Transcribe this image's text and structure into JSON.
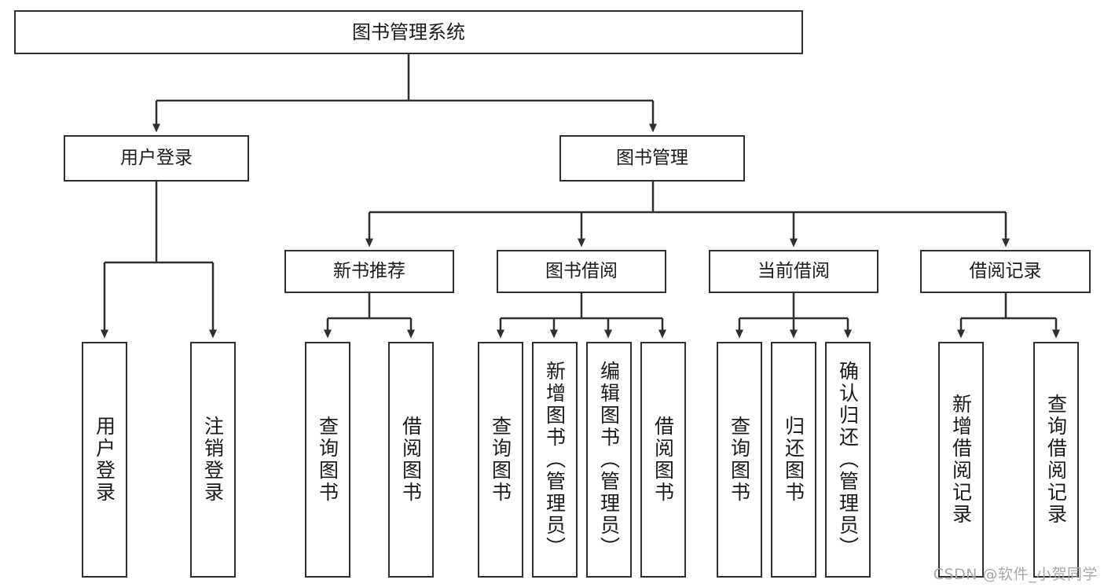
{
  "diagram": {
    "title": "图书管理系统",
    "type": "tree-hierarchy-chart",
    "watermark": "CSDN @软件_小贺同学",
    "colors": {
      "stroke": "#2f2f2f",
      "fill": "#ffffff",
      "text": "#1a1a1a",
      "watermark": "#a8a8a8"
    },
    "root": {
      "label": "图书管理系统"
    },
    "level1": [
      {
        "label": "用户登录"
      },
      {
        "label": "图书管理"
      }
    ],
    "level2": [
      {
        "label": "新书推荐"
      },
      {
        "label": "图书借阅"
      },
      {
        "label": "当前借阅"
      },
      {
        "label": "借阅记录"
      }
    ],
    "leaves": {
      "user_login": [
        {
          "label": "用户登录"
        },
        {
          "label": "注销登录"
        }
      ],
      "new_book": [
        {
          "label": "查询图书"
        },
        {
          "label": "借阅图书"
        }
      ],
      "borrow_book": [
        {
          "label": "查询图书"
        },
        {
          "label": "新增图书（管理员）"
        },
        {
          "label": "编辑图书（管理员）"
        },
        {
          "label": "借阅图书"
        }
      ],
      "current_borrow": [
        {
          "label": "查询图书"
        },
        {
          "label": "归还图书"
        },
        {
          "label": "确认归还（管理员）"
        }
      ],
      "borrow_record": [
        {
          "label": "新增借阅记录"
        },
        {
          "label": "查询借阅记录"
        }
      ]
    }
  }
}
